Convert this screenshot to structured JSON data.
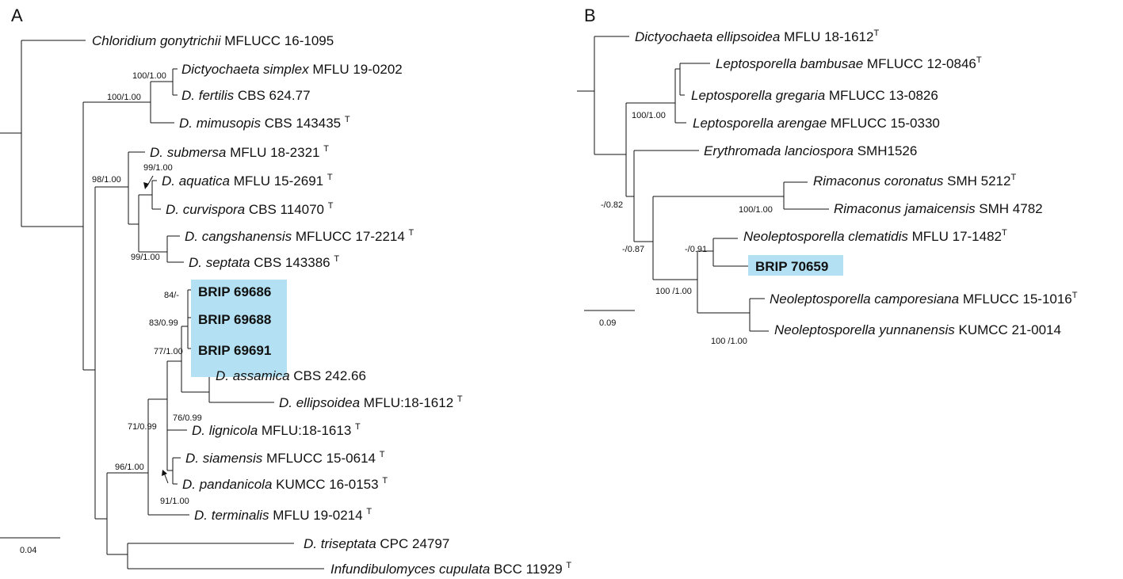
{
  "panels": {
    "a": "A",
    "b": "B"
  },
  "treeA": {
    "taxa": [
      {
        "it": "Chloridium gonytrichii",
        "rest": " MFLUCC 16-1095",
        "t": ""
      },
      {
        "it": "Dictyochaeta simplex",
        "rest": " MFLU 19-0202",
        "t": ""
      },
      {
        "it": "D. fertilis",
        "rest": " CBS 624.77",
        "t": ""
      },
      {
        "it": "D. mimusopis",
        "rest": " CBS 143435 ",
        "t": "T"
      },
      {
        "it": "D. submersa",
        "rest": " MFLU 18-2321 ",
        "t": "T"
      },
      {
        "it": "D. aquatica",
        "rest": " MFLU 15-2691 ",
        "t": "T"
      },
      {
        "it": "D. curvispora",
        "rest": " CBS 114070 ",
        "t": "T"
      },
      {
        "it": "D. cangshanensis",
        "rest": " MFLUCC 17-2214 ",
        "t": "T"
      },
      {
        "it": "D. septata",
        "rest": " CBS 143386 ",
        "t": "T"
      },
      {
        "it": "D. assamica",
        "rest": " CBS 242.66",
        "t": ""
      },
      {
        "it": "D. ellipsoidea",
        "rest": " MFLU:18-1612 ",
        "t": "T"
      },
      {
        "it": "D. lignicola",
        "rest": " MFLU:18-1613 ",
        "t": "T"
      },
      {
        "it": "D. siamensis",
        "rest": " MFLUCC 15-0614 ",
        "t": "T"
      },
      {
        "it": "D. pandanicola",
        "rest": " KUMCC 16-0153 ",
        "t": "T"
      },
      {
        "it": "D. terminalis",
        "rest": " MFLU 19-0214 ",
        "t": "T"
      },
      {
        "it": "D. triseptata",
        "rest": " CPC 24797",
        "t": ""
      },
      {
        "it": "Infundibulomyces cupulata",
        "rest": " BCC 11929 ",
        "t": "T"
      }
    ],
    "highlighted": [
      "BRIP 69686",
      "BRIP 69688",
      "BRIP 69691"
    ],
    "supports": [
      "100/1.00",
      "100/1.00",
      "98/1.00",
      "99/1.00",
      "99/1.00",
      "84/-",
      "83/0.99",
      "77/1.00",
      "76/0.99",
      "71/0.99",
      "96/1.00",
      "91/1.00"
    ],
    "scale": "0.04"
  },
  "treeB": {
    "taxa": [
      {
        "it": "Dictyochaeta ellipsoidea",
        "rest": " MFLU 18-1612",
        "t": "T"
      },
      {
        "it": "Leptosporella bambusae",
        "rest": " MFLUCC 12-0846",
        "t": "T"
      },
      {
        "it": "Leptosporella gregaria",
        "rest": " MFLUCC 13-0826",
        "t": ""
      },
      {
        "it": "Leptosporella arengae",
        "rest": " MFLUCC 15-0330",
        "t": ""
      },
      {
        "it": "Erythromada lanciospora",
        "rest": " SMH1526",
        "t": ""
      },
      {
        "it": "Rimaconus coronatus",
        "rest": " SMH 5212",
        "t": "T"
      },
      {
        "it": "Rimaconus jamaicensis",
        "rest": " SMH 4782",
        "t": ""
      },
      {
        "it": "Neoleptosporella clematidis",
        "rest": " MFLU 17-1482",
        "t": "T"
      },
      {
        "it": "Neoleptosporella camporesiana",
        "rest": " MFLUCC 15-1016",
        "t": "T"
      },
      {
        "it": "Neoleptosporella yunnanensis",
        "rest": " KUMCC 21-0014",
        "t": ""
      }
    ],
    "highlighted": [
      "BRIP 70659"
    ],
    "supports": [
      "100/1.00",
      "-/0.82",
      "100/1.00",
      "-/0.87",
      "-/0.91",
      "100 /1.00",
      "100 /1.00"
    ],
    "scale": "0.09"
  },
  "colors": {
    "highlight": "#b3e0f2",
    "line": "#111111"
  }
}
